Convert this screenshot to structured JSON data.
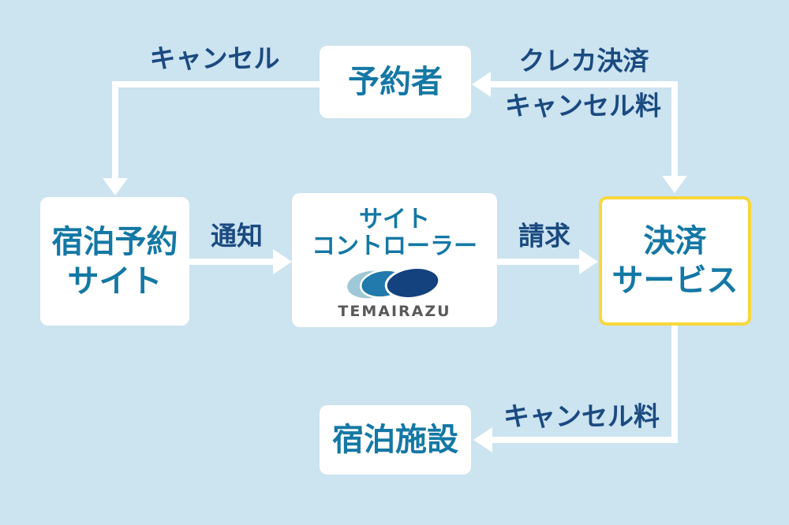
{
  "diagram": {
    "title_implicit": "cancellation-and-payment-flow",
    "colors": {
      "background": "#cce3f0",
      "box_fill": "#ffffff",
      "node_text": "#1478a5",
      "edge_label_text": "#1a4a80",
      "arrow": "#ffffff",
      "highlight_border": "#f8d73b",
      "logo_ellipse_light": "#9fc8d6",
      "logo_ellipse_mid": "#2279ab",
      "logo_ellipse_dark": "#14427e",
      "logo_text_color": "#58595b"
    },
    "nodes": {
      "booker": {
        "label": "予約者"
      },
      "booking_site": {
        "label_line1": "宿泊予約",
        "label_line2": "サイト"
      },
      "site_controller": {
        "label_line1": "サイト",
        "label_line2": "コントローラー",
        "logo_text": "TEMAIRAZU"
      },
      "payment_service": {
        "label_line1": "決済",
        "label_line2": "サービス",
        "highlighted": true
      },
      "hotel": {
        "label": "宿泊施設"
      }
    },
    "edges": {
      "cancel": {
        "label": "キャンセル",
        "from": "booker",
        "to": "booking_site"
      },
      "credit_card_payment": {
        "label": "クレカ決済",
        "between": [
          "booker",
          "payment_service"
        ]
      },
      "cancellation_fee_to_booker": {
        "label": "キャンセル料",
        "between": [
          "payment_service",
          "booker"
        ]
      },
      "notification": {
        "label": "通知",
        "from": "booking_site",
        "to": "site_controller"
      },
      "billing": {
        "label": "請求",
        "from": "site_controller",
        "to": "payment_service"
      },
      "cancellation_fee_to_hotel": {
        "label": "キャンセル料",
        "from": "payment_service",
        "to": "hotel"
      }
    }
  }
}
